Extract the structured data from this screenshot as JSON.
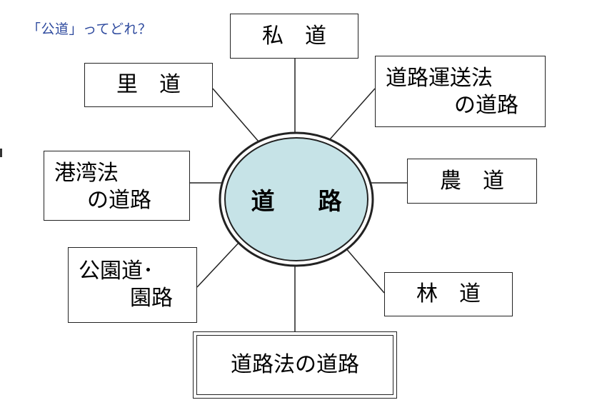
{
  "caption": "「公道」ってどれ？",
  "center": {
    "label": "道　路",
    "fill": "#c6e3e7"
  },
  "nodes": {
    "private_road": "私　道",
    "village_road": "里　道",
    "road_transport_line1": "道路運送法",
    "road_transport_line2": "の道路",
    "harbor_line1": "港湾法",
    "harbor_line2": "の道路",
    "farm_road": "農　道",
    "park_line1": "公園道･",
    "park_line2": "園路",
    "forest_road": "林　道",
    "road_act": "道路法の道路"
  },
  "colors": {
    "caption": "#2e4a9e",
    "line": "#222222"
  }
}
